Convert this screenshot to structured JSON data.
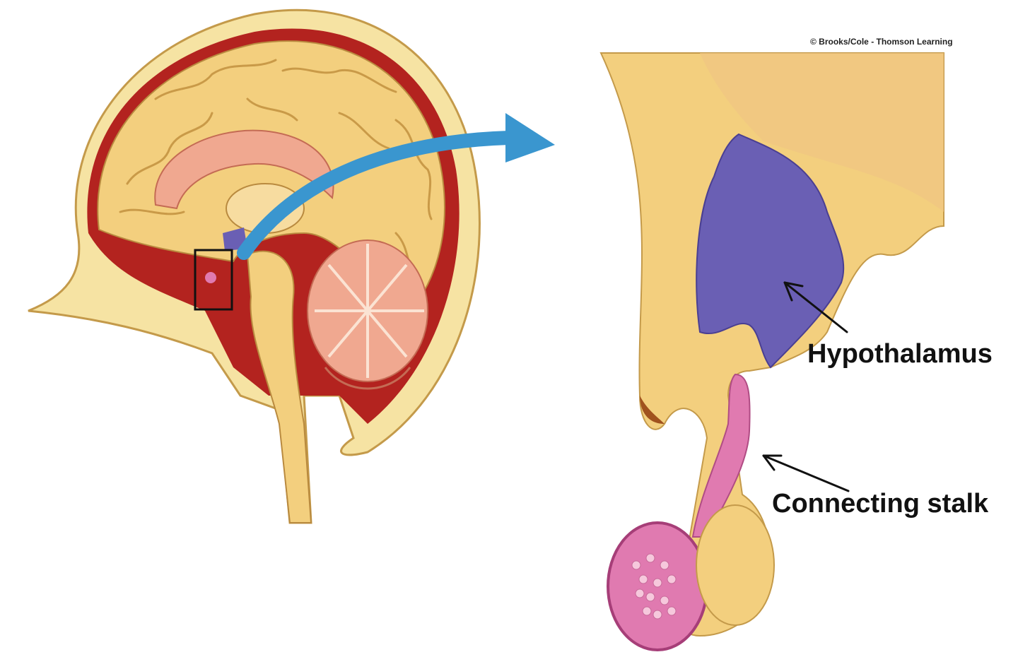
{
  "labels": {
    "hypothalamus": "Hypothalamus",
    "connecting_stalk": "Connecting stalk"
  },
  "credit": "© Brooks/Cole - Thomson Learning",
  "colors": {
    "tissue": "#f3cf7e",
    "tissue_light": "#fbe3a6",
    "tissue_dark": "#d9a655",
    "membrane_red": "#b3231f",
    "skull": "#f6e3a3",
    "hypothalamus_purple": "#6a5fb4",
    "pituitary_pink": "#e07ab0",
    "cerebellum_pink": "#f0a890",
    "arrow_blue": "#3a96cf",
    "outline": "#222222"
  },
  "icons": {
    "zoom_arrow": "curved-arrow-icon",
    "focus_box": "square-outline-icon"
  }
}
